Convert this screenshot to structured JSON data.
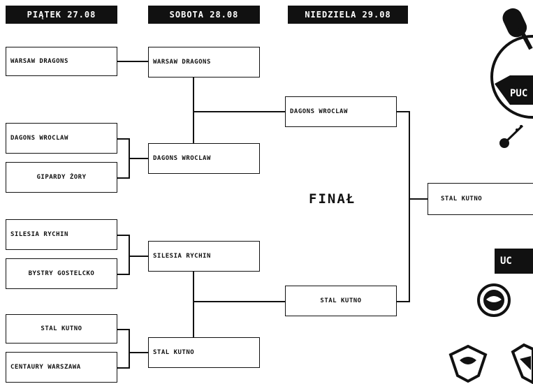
{
  "headers": {
    "day1": "PIĄTEK 27.08",
    "day2": "SOBOTA 28.08",
    "day3": "NIEDZIELA 29.08"
  },
  "round1": [
    "WARSAW DRAGONS",
    "DAGONS WROCLAW",
    "GIPARDY ŻORY",
    "SILESIA RYCHIN",
    "BYSTRY GOSTELCKO",
    "STAL KUTNO",
    "CENTAURY WARSZAWA"
  ],
  "round2": [
    "WARSAW DRAGONS",
    "DAGONS WROCLAW",
    "SILESIA RYCHIN",
    "STAL KUTNO"
  ],
  "semis": [
    "DAGONS WROCLAW",
    "STAL KUTNO"
  ],
  "final_label": "FINAŁ",
  "final_winner": "STAL KUTNO",
  "side_tag": "UC",
  "logo_text": "PUC"
}
